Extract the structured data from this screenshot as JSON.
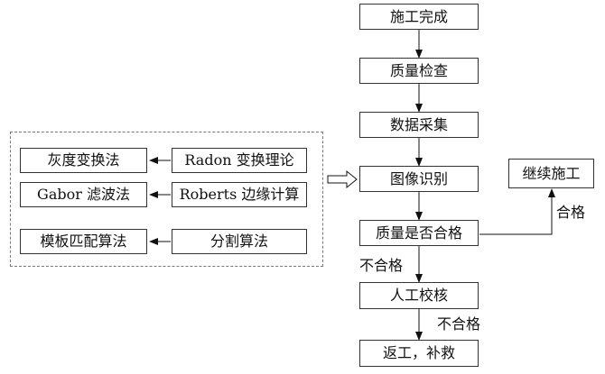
{
  "flow": {
    "construction_done": "施工完成",
    "quality_check": "质量检查",
    "data_collection": "数据采集",
    "image_recognition": "图像识别",
    "quality_pass": "质量是否合格",
    "manual_check": "人工校核",
    "rework": "返工，补救",
    "continue_construction": "继续施工"
  },
  "edges": {
    "pass_label": "合格",
    "fail_label_1": "不合格",
    "fail_label_2": "不合格"
  },
  "methods": {
    "gray_transform": "灰度变换法",
    "radon": "Radon 变换理论",
    "gabor": "Gabor 滤波法",
    "roberts": "Roberts 边缘计算",
    "template_match": "模板匹配算法",
    "segmentation": "分割算法"
  }
}
